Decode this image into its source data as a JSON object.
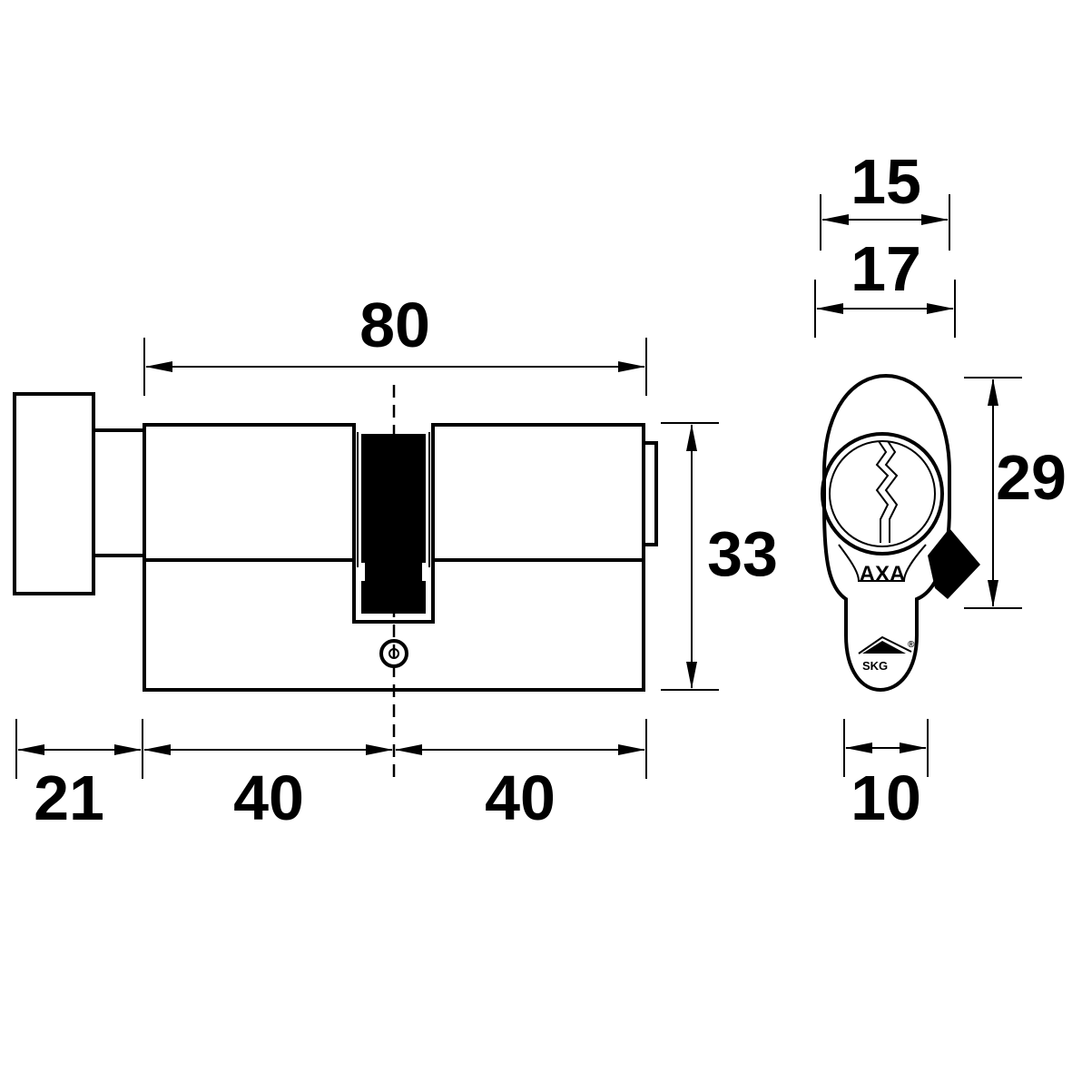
{
  "dimensions": {
    "overall_length": "80",
    "knob_length": "21",
    "left_half": "40",
    "right_half": "40",
    "height": "33",
    "profile_width_15": "15",
    "profile_width_17": "17",
    "profile_height": "29",
    "cam_width": "10"
  },
  "brand": {
    "logo_text": "AXA",
    "certification": "SKG",
    "certification_mark": "®"
  },
  "colors": {
    "ink": "#000000",
    "background": "#ffffff"
  }
}
